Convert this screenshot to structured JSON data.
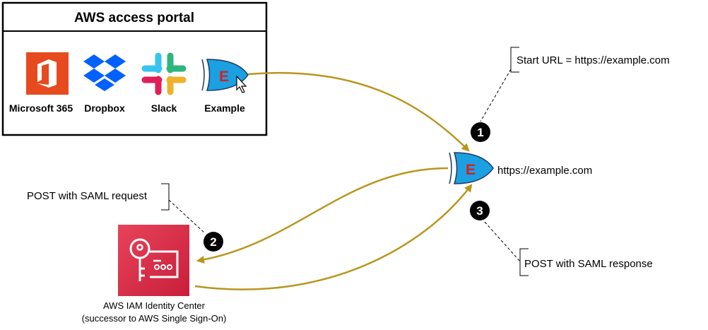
{
  "portal": {
    "title": "AWS access portal",
    "apps": [
      {
        "label": "Microsoft 365",
        "icon": "microsoft-365-icon"
      },
      {
        "label": "Dropbox",
        "icon": "dropbox-icon"
      },
      {
        "label": "Slack",
        "icon": "slack-icon"
      },
      {
        "label": "Example",
        "icon": "example-app-icon"
      }
    ]
  },
  "callouts": {
    "start_url": "Start URL = https://example.com",
    "saml_request": "POST with SAML request",
    "saml_response": "POST with SAML response"
  },
  "app_endpoint": {
    "letter": "E",
    "url": "https://example.com"
  },
  "idp": {
    "name_line1": "AWS IAM Identity Center",
    "name_line2": "(successor to AWS Single Sign-On)"
  },
  "steps": [
    "1",
    "2",
    "3"
  ],
  "colors": {
    "arrow": "#B8961E",
    "example_icon_fill": "#1BA0E2",
    "example_letter": "#D81E1E",
    "office_red": "#E74A1E",
    "dropbox_blue": "#0061FE",
    "idp_red": "#DD344C"
  }
}
